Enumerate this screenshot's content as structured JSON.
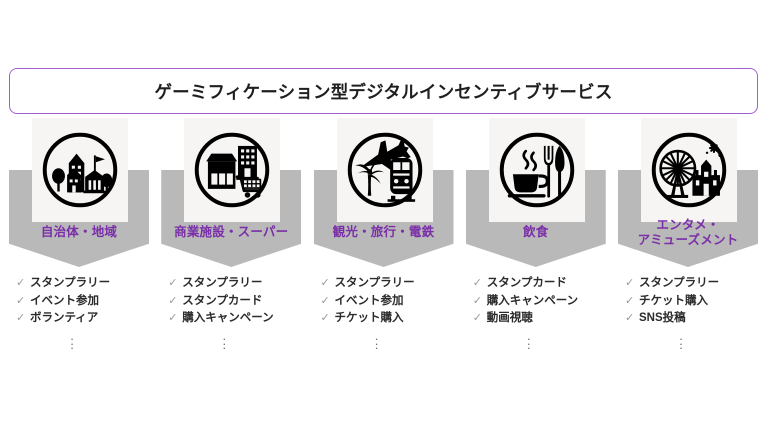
{
  "header": {
    "title": "ゲーミフィケーション型デジタルインセンティブサービス",
    "border_color": "#a05fd0"
  },
  "theme": {
    "label_purple": "#7a2ea8",
    "banner_gray": "#b9b9b9",
    "icon_plate": "#f6f5f3",
    "check_gray": "#9a9a9a",
    "text_dark": "#2b2b2b"
  },
  "columns": [
    {
      "id": "local-government",
      "icon_name": "city-buildings-icon",
      "label": "自治体・地域",
      "label_lines": [
        "自治体・地域"
      ],
      "items": [
        "スタンプラリー",
        "イベント参加",
        "ボランティア"
      ],
      "more_indicator": "⋮"
    },
    {
      "id": "commercial-facility",
      "icon_name": "store-shopping-cart-icon",
      "label": "商業施設・スーパー",
      "label_lines": [
        "商業施設・スーパー"
      ],
      "items": [
        "スタンプラリー",
        "スタンプカード",
        "購入キャンペーン"
      ],
      "more_indicator": "⋮"
    },
    {
      "id": "tourism-travel-railway",
      "icon_name": "airplane-train-palm-icon",
      "label": "観光・旅行・電鉄",
      "label_lines": [
        "観光・旅行・電鉄"
      ],
      "items": [
        "スタンプラリー",
        "イベント参加",
        "チケット購入"
      ],
      "more_indicator": "⋮"
    },
    {
      "id": "food-and-drink",
      "icon_name": "coffee-fork-knife-icon",
      "label": "飲食",
      "label_lines": [
        "飲食"
      ],
      "items": [
        "スタンプカード",
        "購入キャンペーン",
        "動画視聴"
      ],
      "more_indicator": "⋮"
    },
    {
      "id": "entertainment-amusement",
      "icon_name": "ferris-wheel-castle-icon",
      "label": "エンタメ・アミューズメント",
      "label_lines": [
        "エンタメ・",
        "アミューズメント"
      ],
      "items": [
        "スタンプラリー",
        "チケット購入",
        "SNS投稿"
      ],
      "more_indicator": "⋮"
    }
  ],
  "check_symbol": "✓"
}
